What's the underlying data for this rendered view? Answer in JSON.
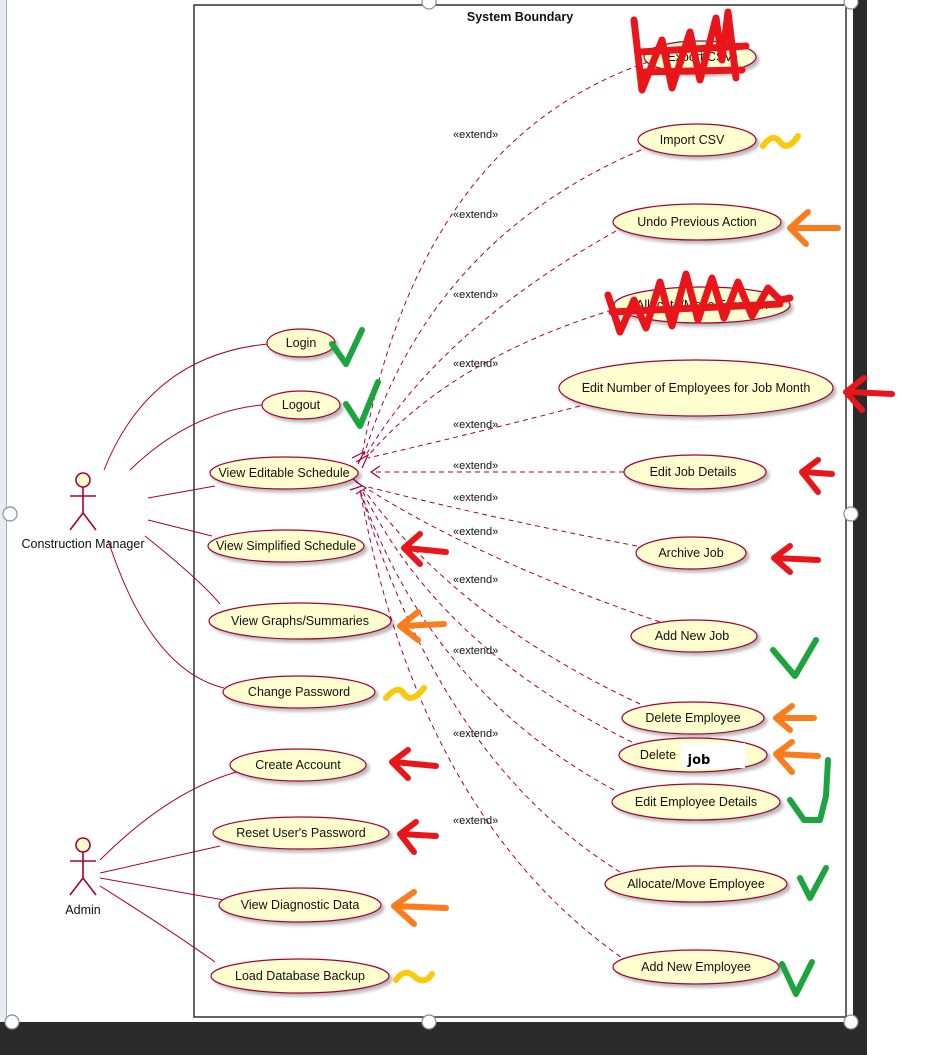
{
  "diagram": {
    "boundary_title": "System Boundary",
    "actors": {
      "construction_manager": "Construction Manager",
      "admin": "Admin"
    },
    "manager_use_cases": {
      "login": "Login",
      "logout": "Logout",
      "view_editable_schedule": "View Editable Schedule",
      "view_simplified_schedule": "View Simplified Schedule",
      "view_graphs_summaries": "View Graphs/Summaries",
      "change_password": "Change Password"
    },
    "admin_use_cases": {
      "create_account": "Create Account",
      "reset_users_password": "Reset User's Password",
      "view_diagnostic_data": "View Diagnostic Data",
      "load_database_backup": "Load Database Backup"
    },
    "extension_use_cases": {
      "export_csv": "Export CSV",
      "import_csv": "Import CSV",
      "undo_previous_action": "Undo Previous Action",
      "allocate_move_foreman": "Allocate/Move Foreman",
      "edit_number_of_employees": "Edit Number of Employees for Job Month",
      "edit_job_details": "Edit Job Details",
      "archive_job": "Archive Job",
      "add_new_job": "Add New Job",
      "delete_employee": "Delete Employee",
      "delete_job_prefix": "Delete",
      "delete_job_handwritten": "job",
      "edit_employee_details": "Edit Employee Details",
      "allocate_move_employee": "Allocate/Move Employee",
      "add_new_employee": "Add New Employee"
    },
    "extend_label": "«extend»",
    "colors": {
      "actor_stroke": "#a80036",
      "association": "#a80036",
      "extend": "#a80036",
      "usecase_fill": "#fefece",
      "usecase_stroke": "#a80036",
      "mark_red": "#e8151b",
      "mark_orange": "#fb7c1c",
      "mark_yellow": "#fbc80a",
      "mark_green": "#1ca43f"
    }
  }
}
